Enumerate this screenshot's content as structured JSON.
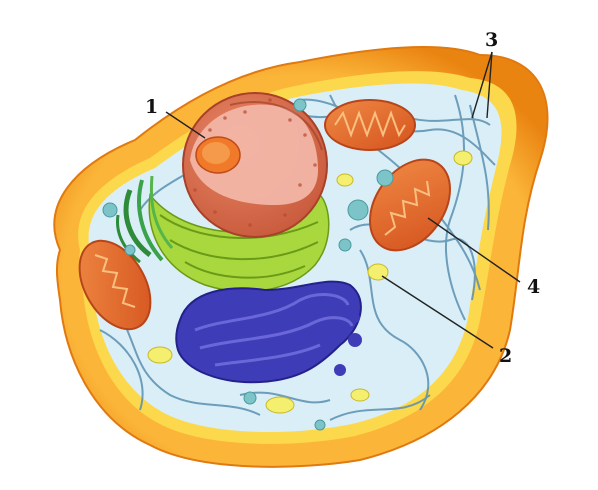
{
  "labels": {
    "one": "1",
    "two": "2",
    "three": "3",
    "four": "4"
  },
  "colors": {
    "membrane_outer": "#f39a1c",
    "membrane_inner": "#fbd24a",
    "cytoplasm": "#d9eef6",
    "nucleus": "#d96a4e",
    "nucleus_inner": "#f2b5a6",
    "nucleolus": "#f07a2a",
    "er": "#9cd23a",
    "golgi": "#3f3cb8",
    "mitochondria": "#e86a2c",
    "vesicle": "#f4ef6e",
    "lysosome": "#7cc4c8",
    "cytoskeleton": "#5a8fb0",
    "text": "#111111"
  }
}
